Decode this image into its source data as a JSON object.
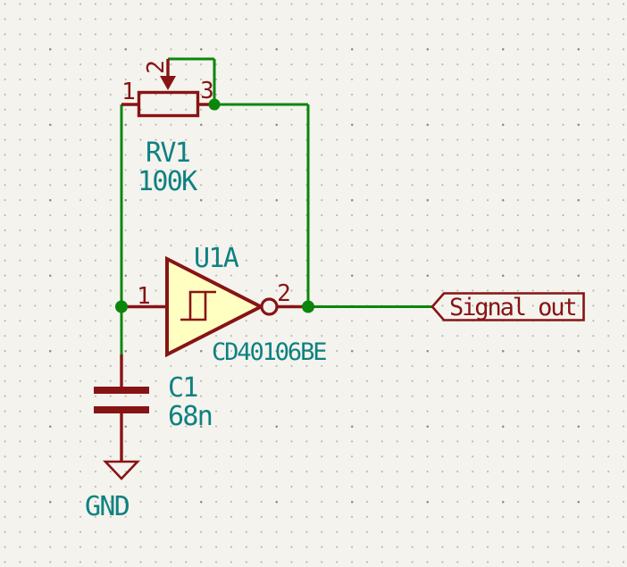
{
  "colors": {
    "background": "#F4F3EE",
    "grid_dot": "#B2B2AC",
    "grid_major_dot": "#8F8F8A",
    "wire": "#0B860B",
    "symbol_outline": "#871414",
    "gate_fill": "#FFFFC2",
    "field_text": "#0E8181",
    "label_text": "#871414"
  },
  "schematic": {
    "potentiometer": {
      "reference": "RV1",
      "value": "100K",
      "pin_numbers": [
        "1",
        "2",
        "3"
      ]
    },
    "inverter": {
      "reference": "U1A",
      "value": "CD40106BE",
      "input_pin": "1",
      "output_pin": "2"
    },
    "capacitor": {
      "reference": "C1",
      "value": "68n"
    },
    "power": {
      "ground_label": "GND"
    },
    "global_label": {
      "text": "Signal out"
    }
  }
}
